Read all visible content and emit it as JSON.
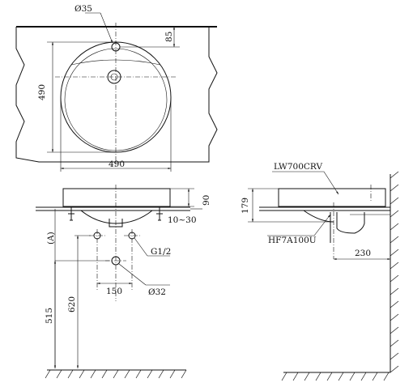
{
  "top_view": {
    "hole_diameter": "Ø35",
    "hole_offset": "85",
    "height": "490",
    "width": "490"
  },
  "front_view": {
    "thickness": "90",
    "counter_range": "10~30",
    "level_label": "(A)",
    "pipe_thread": "G1/2",
    "tap_spacing": "150",
    "drain_diameter": "Ø32",
    "height_a": "515",
    "height_b": "620"
  },
  "side_view": {
    "basin_model": "LW700CRV",
    "trap_model": "HF7A100U",
    "height": "179",
    "wall_distance": "230"
  }
}
